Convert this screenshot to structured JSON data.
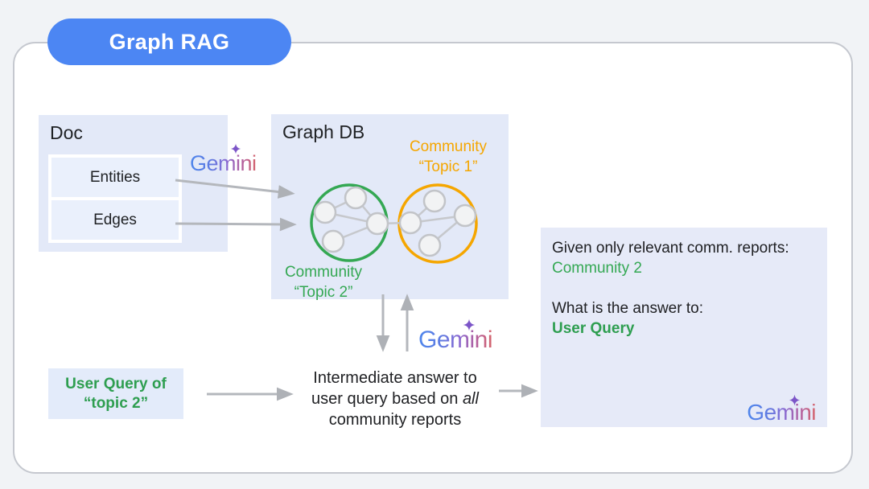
{
  "title": "Graph RAG",
  "doc": {
    "title": "Doc",
    "items": [
      {
        "label": "Entities"
      },
      {
        "label": "Edges"
      }
    ]
  },
  "graph_db": {
    "title": "Graph DB",
    "community1_line1": "Community",
    "community1_line2": "“Topic 1”",
    "community2_line1": "Community",
    "community2_line2": "“Topic 2”"
  },
  "gemini_wordmark": "Gemini",
  "user_query": {
    "line1": "User Query of",
    "line2": "“topic 2”"
  },
  "intermediate": {
    "line1": "Intermediate answer to",
    "line2_pre": "user query based on ",
    "line2_italic": "all",
    "line3": "community reports"
  },
  "answer": {
    "line1": "Given only relevant comm. reports:",
    "line2": "Community 2",
    "line3": "What is the answer to:",
    "line4": "User Query"
  },
  "colors": {
    "pill_blue": "#4C86F3",
    "green": "#34A853",
    "amber": "#F5A600",
    "box_lavender": "#E3E9F8",
    "arrow_gray": "#B4B7BC",
    "gemini_blue": "#4E86EC",
    "gemini_purple": "#8A6BD2",
    "gemini_red": "#D6656B"
  }
}
